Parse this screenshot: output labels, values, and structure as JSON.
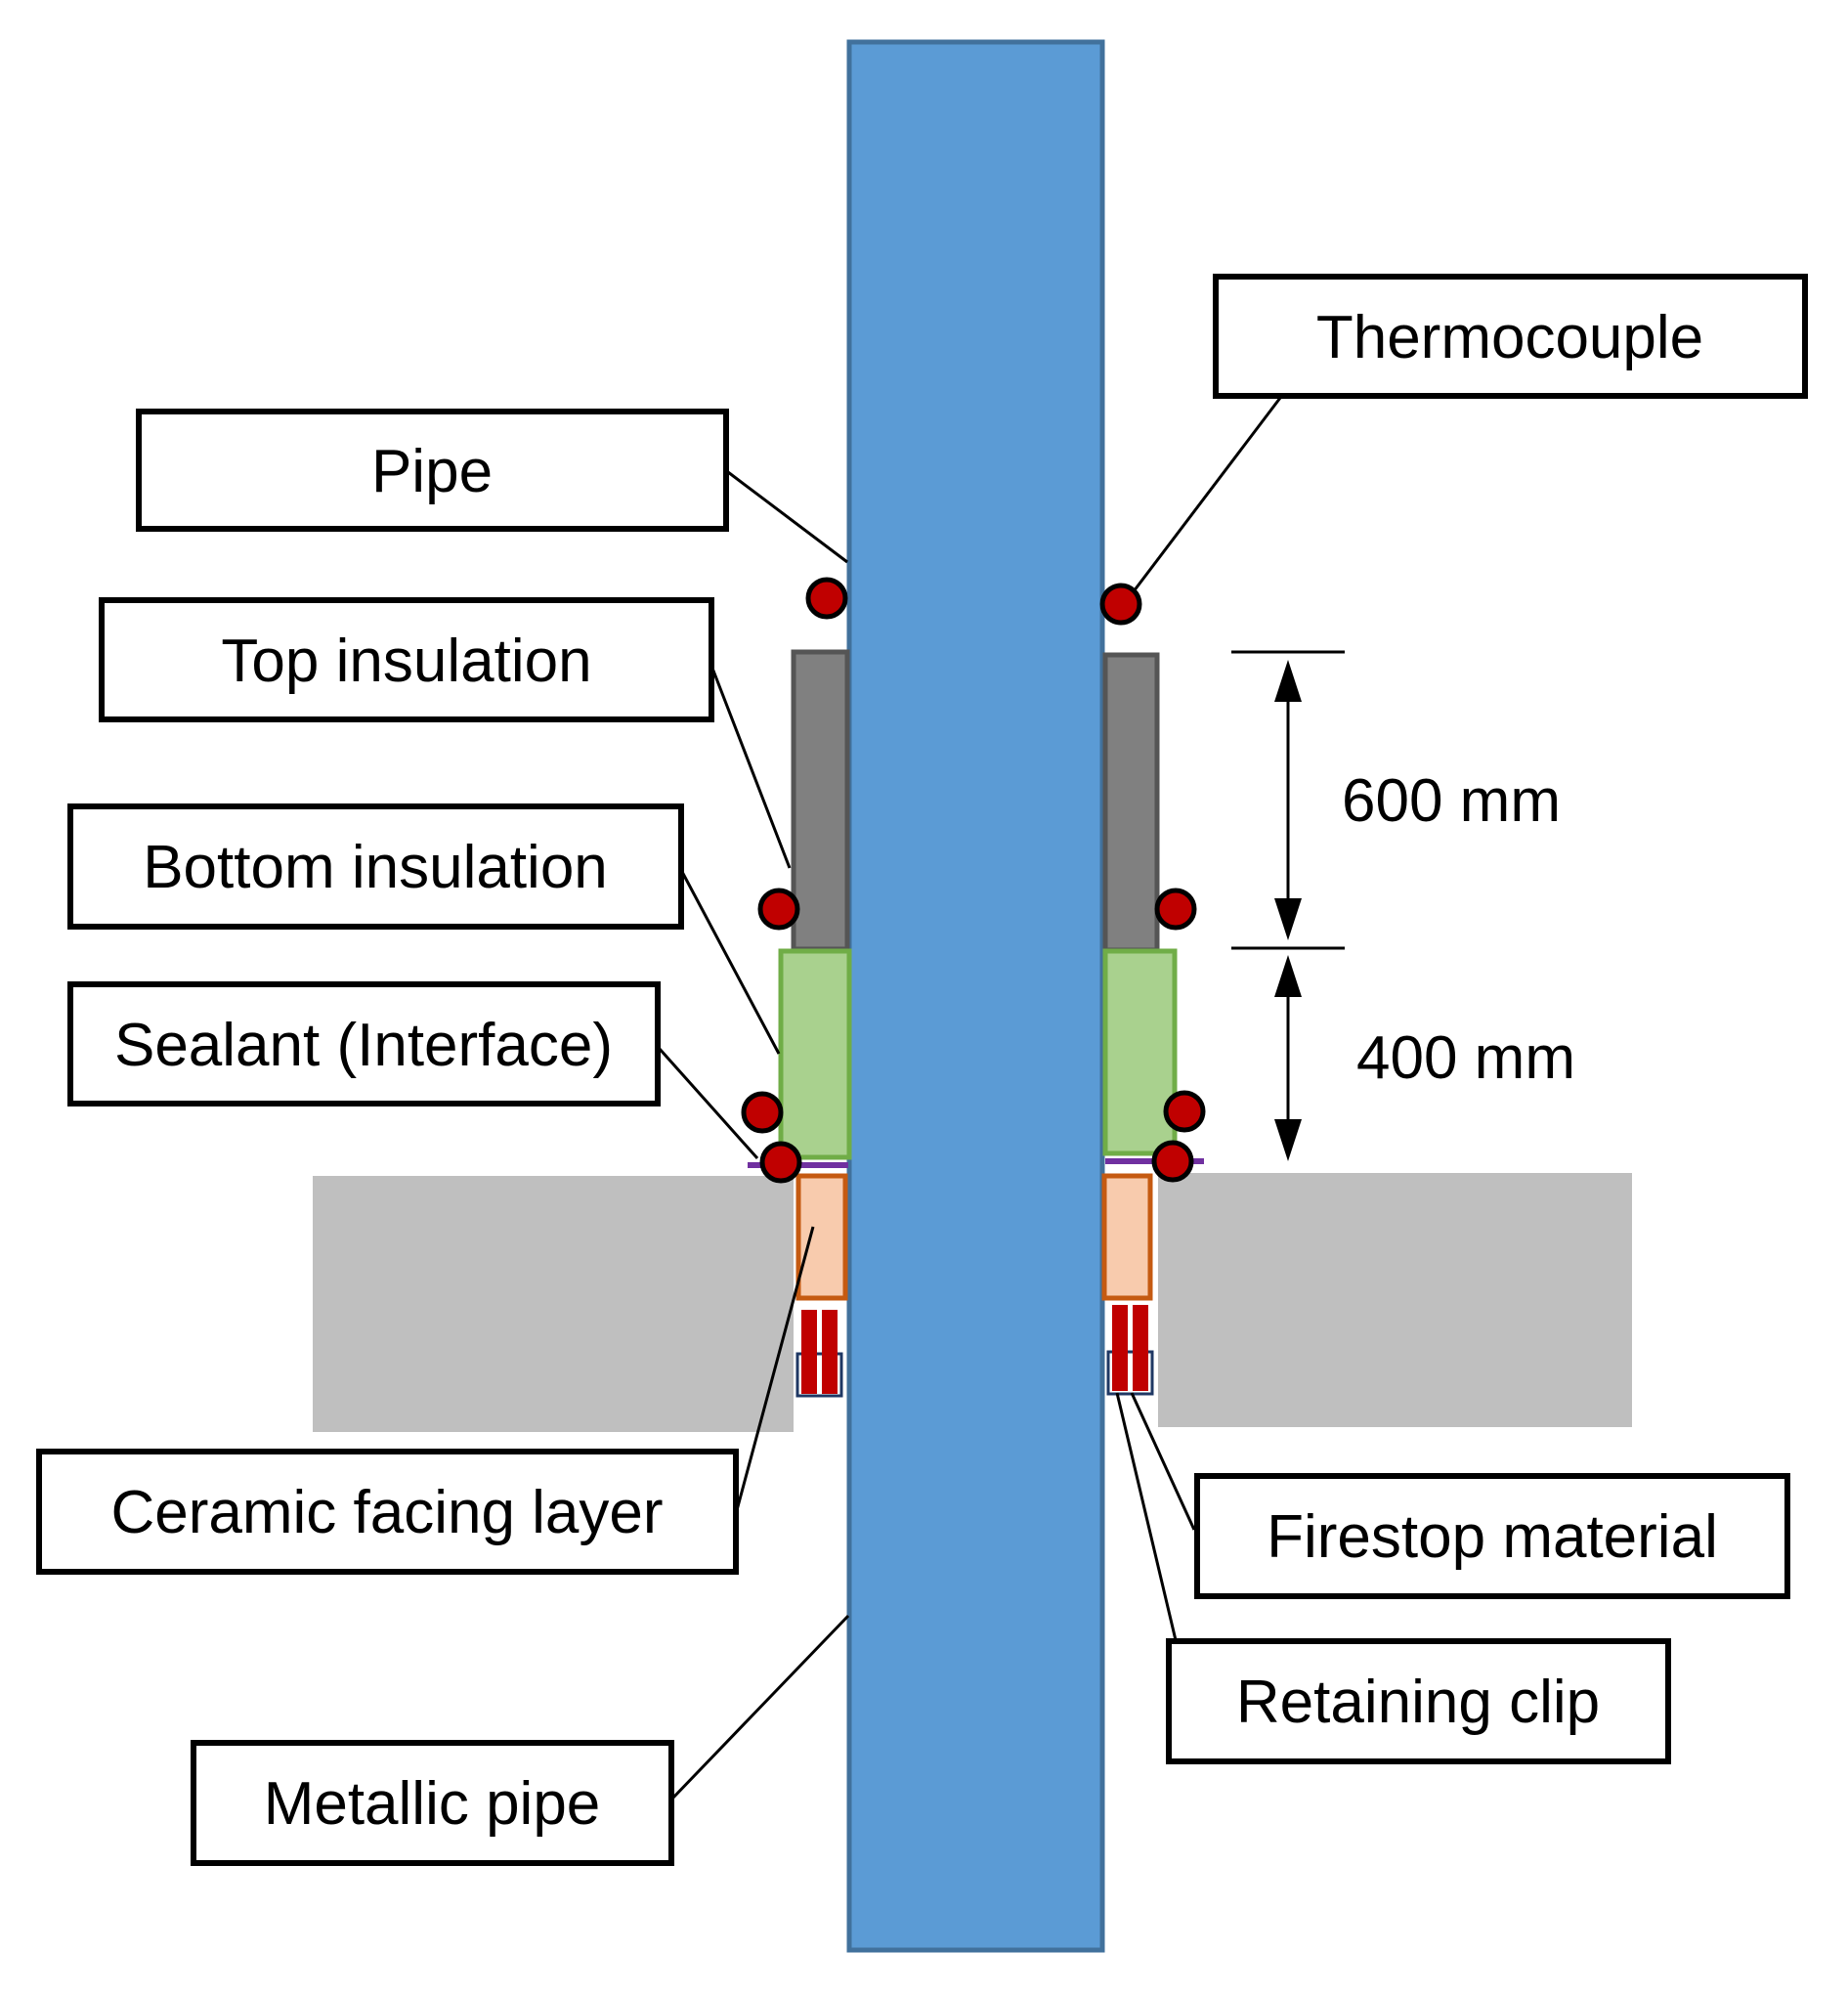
{
  "labels": {
    "pipe": "Pipe",
    "top_insulation": "Top insulation",
    "bottom_insulation": "Bottom insulation",
    "sealant": "Sealant (Interface)",
    "ceramic_facing": "Ceramic facing layer",
    "metallic_pipe": "Metallic pipe",
    "thermocouple": "Thermocouple",
    "firestop_material": "Firestop material",
    "retaining_clip": "Retaining clip"
  },
  "dimensions": {
    "top": "600 mm",
    "bottom": "400 mm"
  },
  "colors": {
    "pipe": "#5b9bd5",
    "pipe_border": "#41719c",
    "top_insulation": "#808080",
    "bottom_insulation": "#a9d18e",
    "bottom_insulation_border": "#70ad47",
    "ceramic": "#f8cbad",
    "ceramic_border": "#c55a11",
    "wall": "#bfbfbf",
    "firestop": "#c00000",
    "thermocouple": "#c00000",
    "sealant_line": "#7030a0",
    "clip_border": "#1f3864"
  }
}
